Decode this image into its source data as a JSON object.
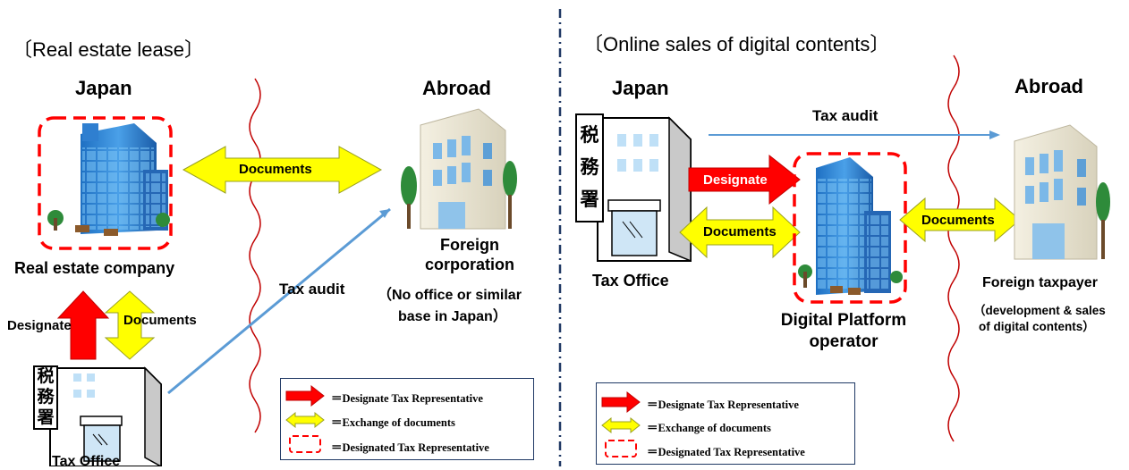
{
  "left": {
    "section_title": "〔Real estate lease〕",
    "japan_label": "Japan",
    "abroad_label": "Abroad",
    "documents_top": "Documents",
    "company_label": "Real estate company",
    "foreign_corp_line1": "Foreign",
    "foreign_corp_line2": "corporation",
    "foreign_note_line1": "（No office or similar",
    "foreign_note_line2": "base in Japan）",
    "tax_audit": "Tax audit",
    "designate": "Designate",
    "documents_vertical": "Documents",
    "tax_office_label": "Tax Office",
    "tax_office_kanji": [
      "税",
      "務",
      "署"
    ]
  },
  "right": {
    "section_title": "〔Online sales of digital contents〕",
    "japan_label": "Japan",
    "abroad_label": "Abroad",
    "tax_audit": "Tax audit",
    "designate": "Designate",
    "documents_left": "Documents",
    "documents_right": "Documents",
    "tax_office_label": "Tax Office",
    "tax_office_kanji": [
      "税",
      "務",
      "署"
    ],
    "platform_line1": "Digital Platform",
    "platform_line2": "operator",
    "foreign_taxpayer": "Foreign taxpayer",
    "foreign_note_line1": "（development & sales",
    "foreign_note_line2": "of digital contents）"
  },
  "legend": {
    "designate": "＝Designate Tax Representative",
    "exchange": "＝Exchange of documents",
    "designated": "＝Designated Tax Representative"
  },
  "colors": {
    "red_arrow": "#ff0000",
    "yellow_arrow": "#ffff00",
    "dashed_box": "#ff0000",
    "audit_line": "#5b9bd5",
    "wavy_line": "#c00000",
    "divider": "#1f3864"
  }
}
